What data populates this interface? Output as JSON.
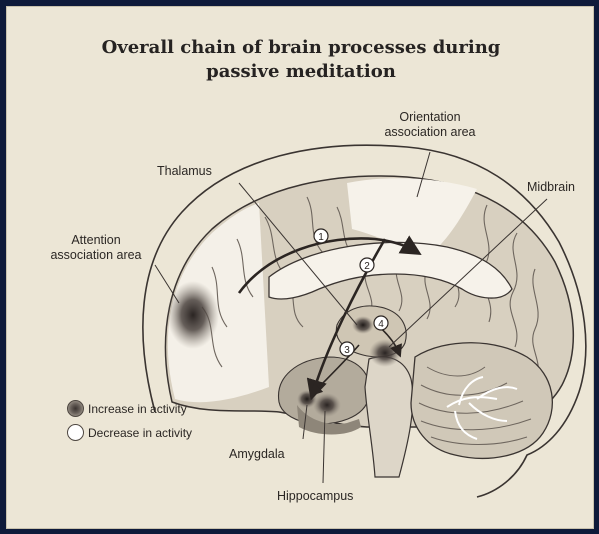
{
  "title": {
    "line1": "Overall chain of brain processes during",
    "line2": "passive meditation"
  },
  "labels": {
    "orientation_line1": "Orientation",
    "orientation_line2": "association area",
    "thalamus": "Thalamus",
    "midbrain": "Midbrain",
    "attention_line1": "Attention",
    "attention_line2": "association area",
    "amygdala": "Amygdala",
    "hippocampus": "Hippocampus"
  },
  "steps": [
    "1",
    "2",
    "3",
    "4"
  ],
  "legend": {
    "increase": "Increase in activity",
    "decrease": "Decrease in activity"
  },
  "colors": {
    "background": "#ece6d6",
    "brain_fill": "#d9d1c1",
    "brain_light": "#f6f2ea",
    "outline": "#3a3431",
    "activity_dark": "#2e2826"
  }
}
